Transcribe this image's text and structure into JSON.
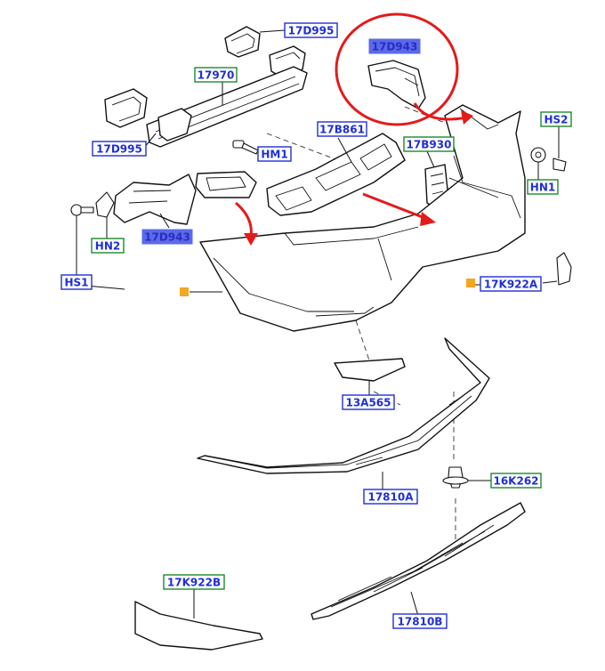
{
  "labels": {
    "p17D995_top": "17D995",
    "p17970": "17970",
    "p17D995_left": "17D995",
    "p17D943_top": "17D943",
    "p17B861": "17B861",
    "p17B930": "17B930",
    "pHM1": "HM1",
    "pHS2": "HS2",
    "pHN1": "HN1",
    "pHN2": "HN2",
    "p17D943_left": "17D943",
    "pHS1": "HS1",
    "p17K922A": "17K922A",
    "p13A565": "13A565",
    "p16K262": "16K262",
    "p17810A": "17810A",
    "p17K922B": "17K922B",
    "p17810B": "17810B"
  },
  "colors": {
    "blue_label_border": "#1f2fd6",
    "blue_label_text": "#1f2fd6",
    "green_label_border": "#1d8a2a",
    "highlight_fill": "#5a6ae8",
    "highlight_text": "#2b2bc4",
    "marker_orange": "#f5a623",
    "red_annotation": "#e41a1a"
  }
}
